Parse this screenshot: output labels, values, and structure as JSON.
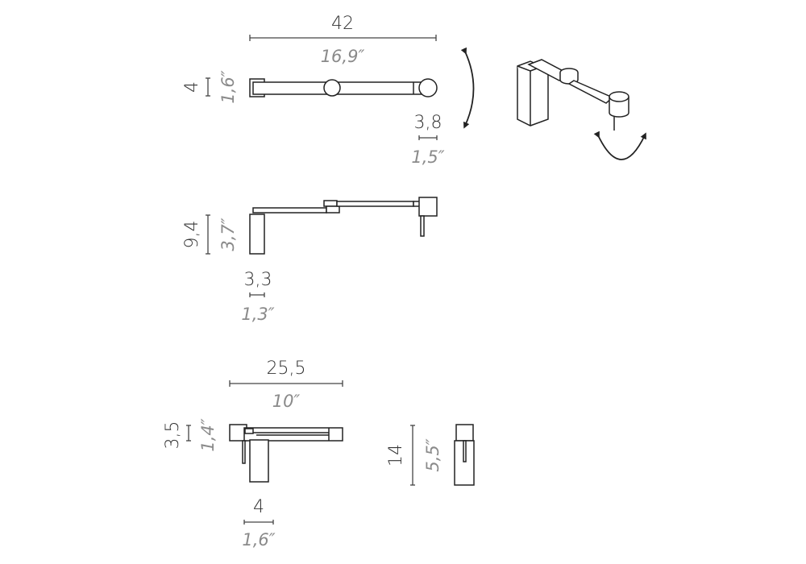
{
  "colors": {
    "line": "#222222",
    "metric_text": "#333333",
    "imperial_text": "#8a8a8a"
  },
  "top_view": {
    "length_cm": "42",
    "length_in": "16,9″",
    "height_cm": "4",
    "height_in": "1,6″",
    "head_cm": "3,8",
    "head_in": "1,5″"
  },
  "side_view": {
    "height_cm": "9,4",
    "height_in": "3,7″",
    "mount_cm": "3,3",
    "mount_in": "1,3″"
  },
  "folded_view": {
    "length_cm": "25,5",
    "length_in": "10″",
    "head_cm": "3,5",
    "head_in": "1,4″",
    "mount_cm": "4",
    "mount_in": "1,6″"
  },
  "front_view": {
    "height_cm": "14",
    "height_in": "5,5″"
  }
}
